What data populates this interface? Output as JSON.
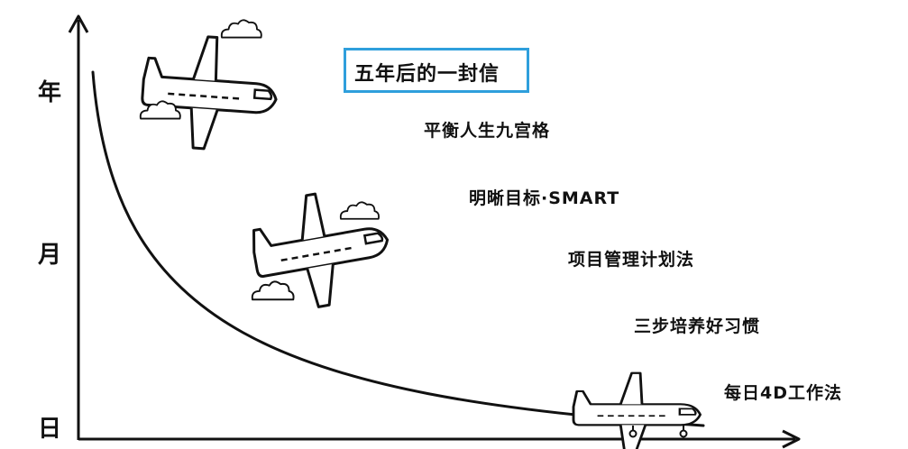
{
  "title": "五年后的一封信",
  "axis_labels": {
    "year": "年",
    "month": "月",
    "day": "日"
  },
  "items": [
    "平衡人生九宫格",
    "明晰目标·SMART",
    "项目管理计划法",
    "三步培养好习惯",
    "每日4D工作法"
  ],
  "icons": [
    "airplane-icon",
    "cloud-icon"
  ],
  "colors": {
    "ink": "#111111",
    "title_border": "#2f9fdc",
    "background": "#ffffff"
  }
}
